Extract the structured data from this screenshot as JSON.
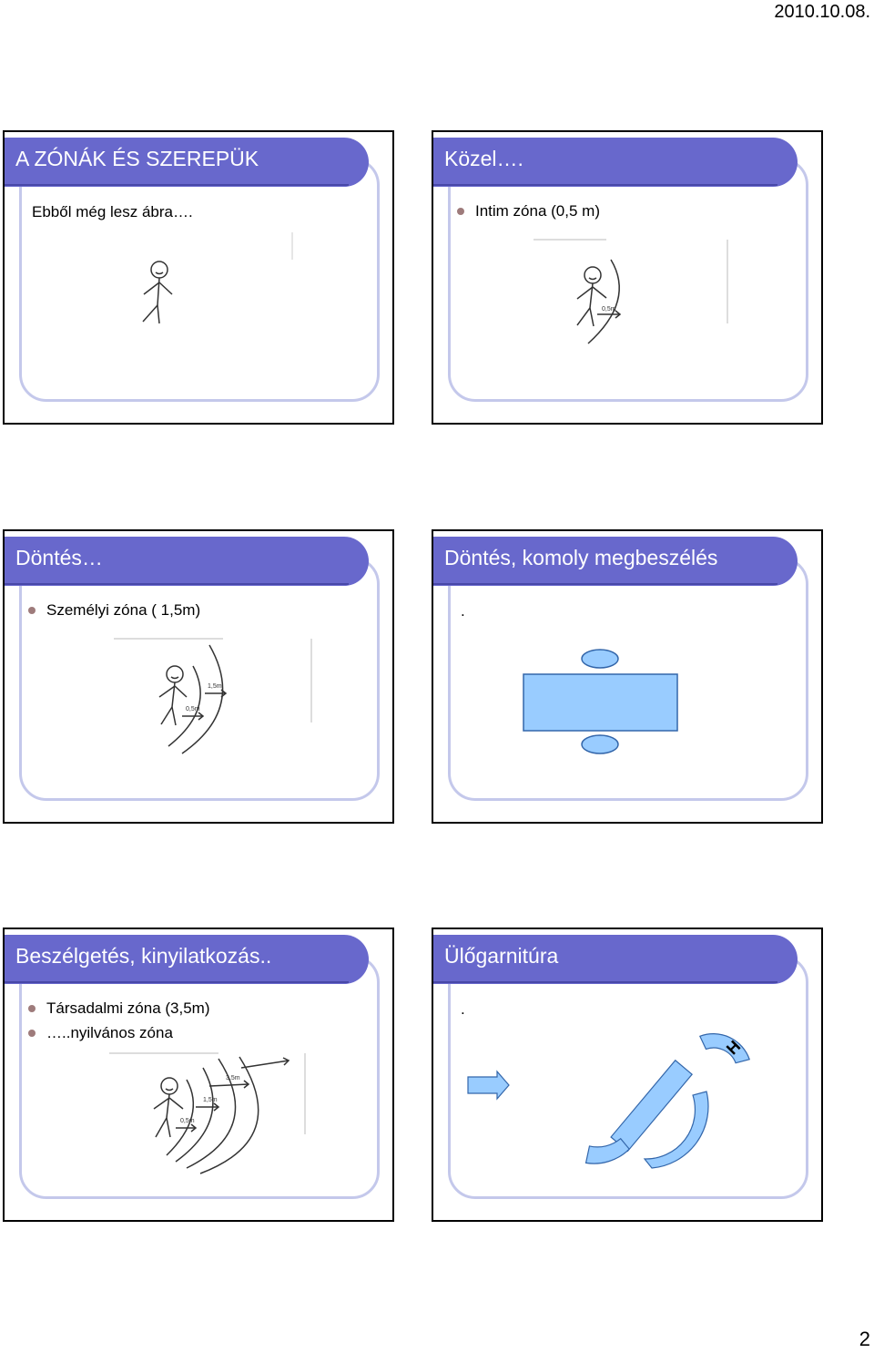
{
  "header": {
    "date": "2010.10.08."
  },
  "footer": {
    "page_number": "2"
  },
  "slides": [
    {
      "title": "A ZÓNÁK ÉS SZEREPÜK",
      "text": "Ebből még lesz ábra…."
    },
    {
      "title": "Közel….",
      "bullets": [
        "Intim zóna (0,5 m)"
      ],
      "labels": [
        "0,5m"
      ]
    },
    {
      "title": "Döntés…",
      "bullets": [
        "Személyi zóna ( 1,5m)"
      ],
      "labels": [
        "1,5m",
        "0,5m"
      ]
    },
    {
      "title": "Döntés, komoly megbeszélés",
      "text": "."
    },
    {
      "title": "Beszélgetés, kinyilatkozás..",
      "bullets": [
        "Társadalmi zóna (3,5m)",
        "…..nyilvános zóna"
      ],
      "labels": [
        "3,5m",
        "1,5m",
        "0,5m"
      ]
    },
    {
      "title": "Ülőgarnitúra",
      "text": ".",
      "labels": [
        "H"
      ]
    }
  ],
  "colors": {
    "title_bg": "#6868cc",
    "frame": "#c4c8eb",
    "shape_fill": "#99ccff",
    "shape_stroke": "#3366aa",
    "bullet": "#9e7b7b"
  }
}
